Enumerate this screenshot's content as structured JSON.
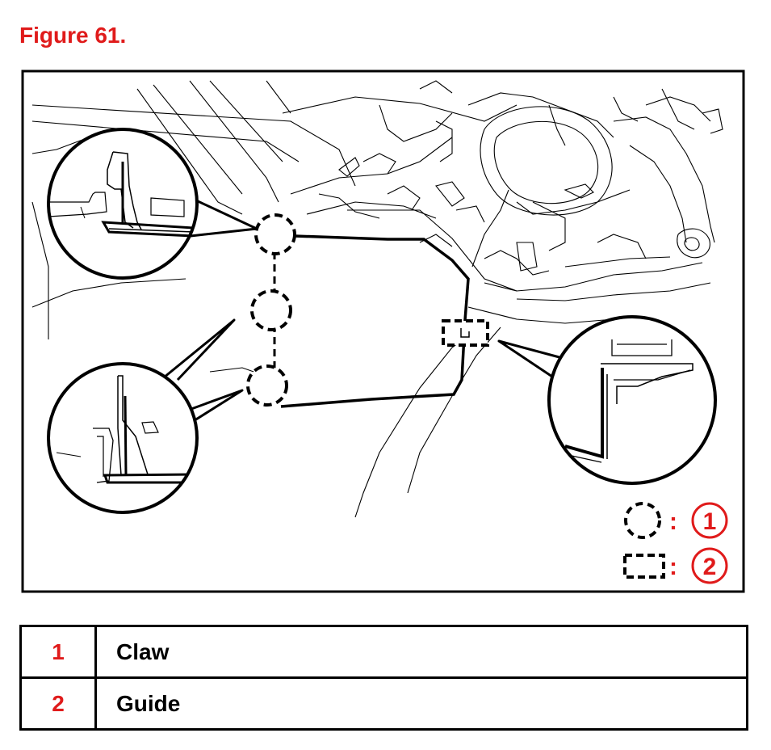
{
  "figure": {
    "title": "Figure 61."
  },
  "key": [
    {
      "symbol": "dashed-circle",
      "colon": ":",
      "number": "1"
    },
    {
      "symbol": "dashed-rectangle",
      "colon": ":",
      "number": "2"
    }
  ],
  "legend": {
    "rows": [
      {
        "number": "1",
        "description": "Claw"
      },
      {
        "number": "2",
        "description": "Guide"
      }
    ]
  },
  "colors": {
    "accent": "#e01b1b",
    "line": "#000000",
    "background": "#ffffff"
  }
}
